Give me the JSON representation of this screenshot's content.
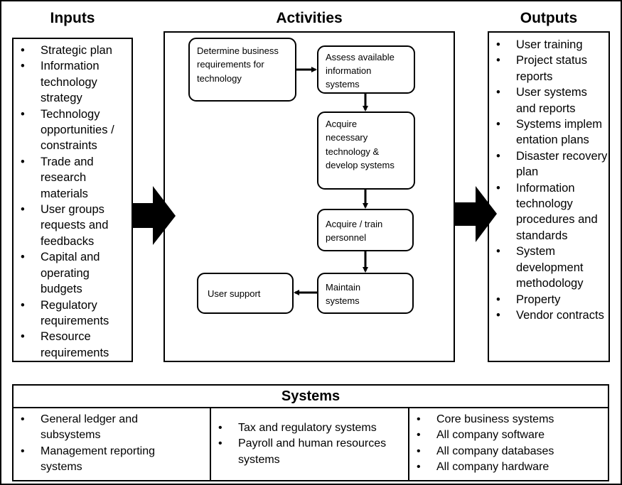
{
  "inputs": {
    "heading": "Inputs",
    "items": [
      "Strategic plan",
      "Information technology strategy",
      "Technology opportunities / constraints",
      "Trade and research materials",
      "User groups requests and feedbacks",
      "Capital and operating budgets",
      "Regulatory requirements",
      "Resource requirements"
    ]
  },
  "activities": {
    "heading": "Activities",
    "nodes": {
      "determine": "Determine business requirements for technology",
      "assess": "Assess available information systems",
      "acquire_tech": "Acquire necessary technology & develop systems",
      "acquire_personnel": "Acquire / train personnel",
      "maintain": "Maintain systems",
      "user_support": "User support"
    }
  },
  "outputs": {
    "heading": "Outputs",
    "items": [
      "User training",
      "Project status reports",
      "User systems and reports",
      "Systems implementation plans",
      "Disaster recovery plan",
      "Information technology procedures and standards",
      "System development methodology",
      "Property",
      "Vendor contracts"
    ]
  },
  "systems": {
    "heading": "Systems",
    "col1": [
      "General ledger and subsystems",
      "Management reporting systems"
    ],
    "col2": [
      "Tax and regulatory systems",
      "Payroll and human resources systems"
    ],
    "col3": [
      "Core business systems",
      "All company software",
      "All company databases",
      "All company hardware"
    ]
  }
}
